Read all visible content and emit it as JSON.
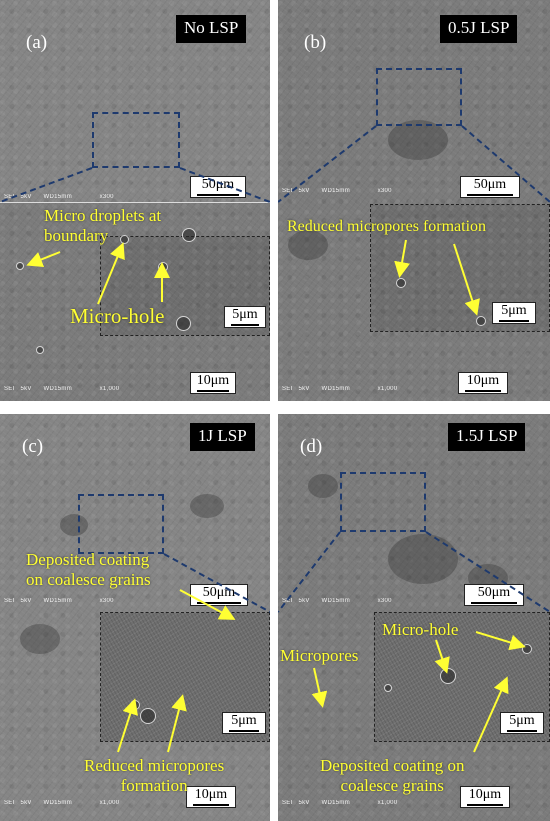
{
  "panels": {
    "a": {
      "letter": "(a)",
      "tag": "No LSP",
      "scale_top": "50μm",
      "scale_inset": "5μm",
      "scale_bottom": "10μm",
      "meta_top": {
        "mode": "SEI",
        "kv": "5kV",
        "wd": "WD15mm",
        "mag": "x300"
      },
      "meta_bottom": {
        "mode": "SEI",
        "kv": "5kV",
        "wd": "WD15mm",
        "mag": "x1,000"
      },
      "annotations": {
        "droplets": [
          "Micro droplets at",
          "boundary"
        ],
        "hole": "Micro-hole"
      }
    },
    "b": {
      "letter": "(b)",
      "tag": "0.5J LSP",
      "scale_top": "50μm",
      "scale_inset": "5μm",
      "scale_bottom": "10μm",
      "meta_top": {
        "mode": "SEI",
        "kv": "5kV",
        "wd": "WD15mm",
        "mag": "x300"
      },
      "meta_bottom": {
        "mode": "SEI",
        "kv": "5kV",
        "wd": "WD15mm",
        "mag": "x1,000"
      },
      "annotations": {
        "pores": "Reduced micropores formation"
      }
    },
    "c": {
      "letter": "(c)",
      "tag": "1J LSP",
      "scale_top": "50μm",
      "scale_inset": "5μm",
      "scale_bottom": "10μm",
      "meta_top": {
        "mode": "SEI",
        "kv": "5kV",
        "wd": "WD15mm",
        "mag": "x300"
      },
      "meta_bottom": {
        "mode": "SEI",
        "kv": "5kV",
        "wd": "WD15mm",
        "mag": "x1,000"
      },
      "annotations": {
        "coating": [
          "Deposited coating",
          "on coalesce grains"
        ],
        "pores": [
          "Reduced micropores",
          "formation"
        ]
      }
    },
    "d": {
      "letter": "(d)",
      "tag": "1.5J LSP",
      "scale_top": "50μm",
      "scale_inset": "5μm",
      "scale_bottom": "10μm",
      "meta_top": {
        "mode": "SEI",
        "kv": "5kV",
        "wd": "WD15mm",
        "mag": "x300"
      },
      "meta_bottom": {
        "mode": "SEI",
        "kv": "5kV",
        "wd": "WD15mm",
        "mag": "x1,000"
      },
      "annotations": {
        "hole": "Micro-hole",
        "micropores": "Micropores",
        "coating": [
          "Deposited coating on",
          "coalesce grains"
        ]
      }
    }
  },
  "colors": {
    "annotation": "#ffff33",
    "zoom_box": "#1e3a6e",
    "tag_bg": "#000000"
  }
}
